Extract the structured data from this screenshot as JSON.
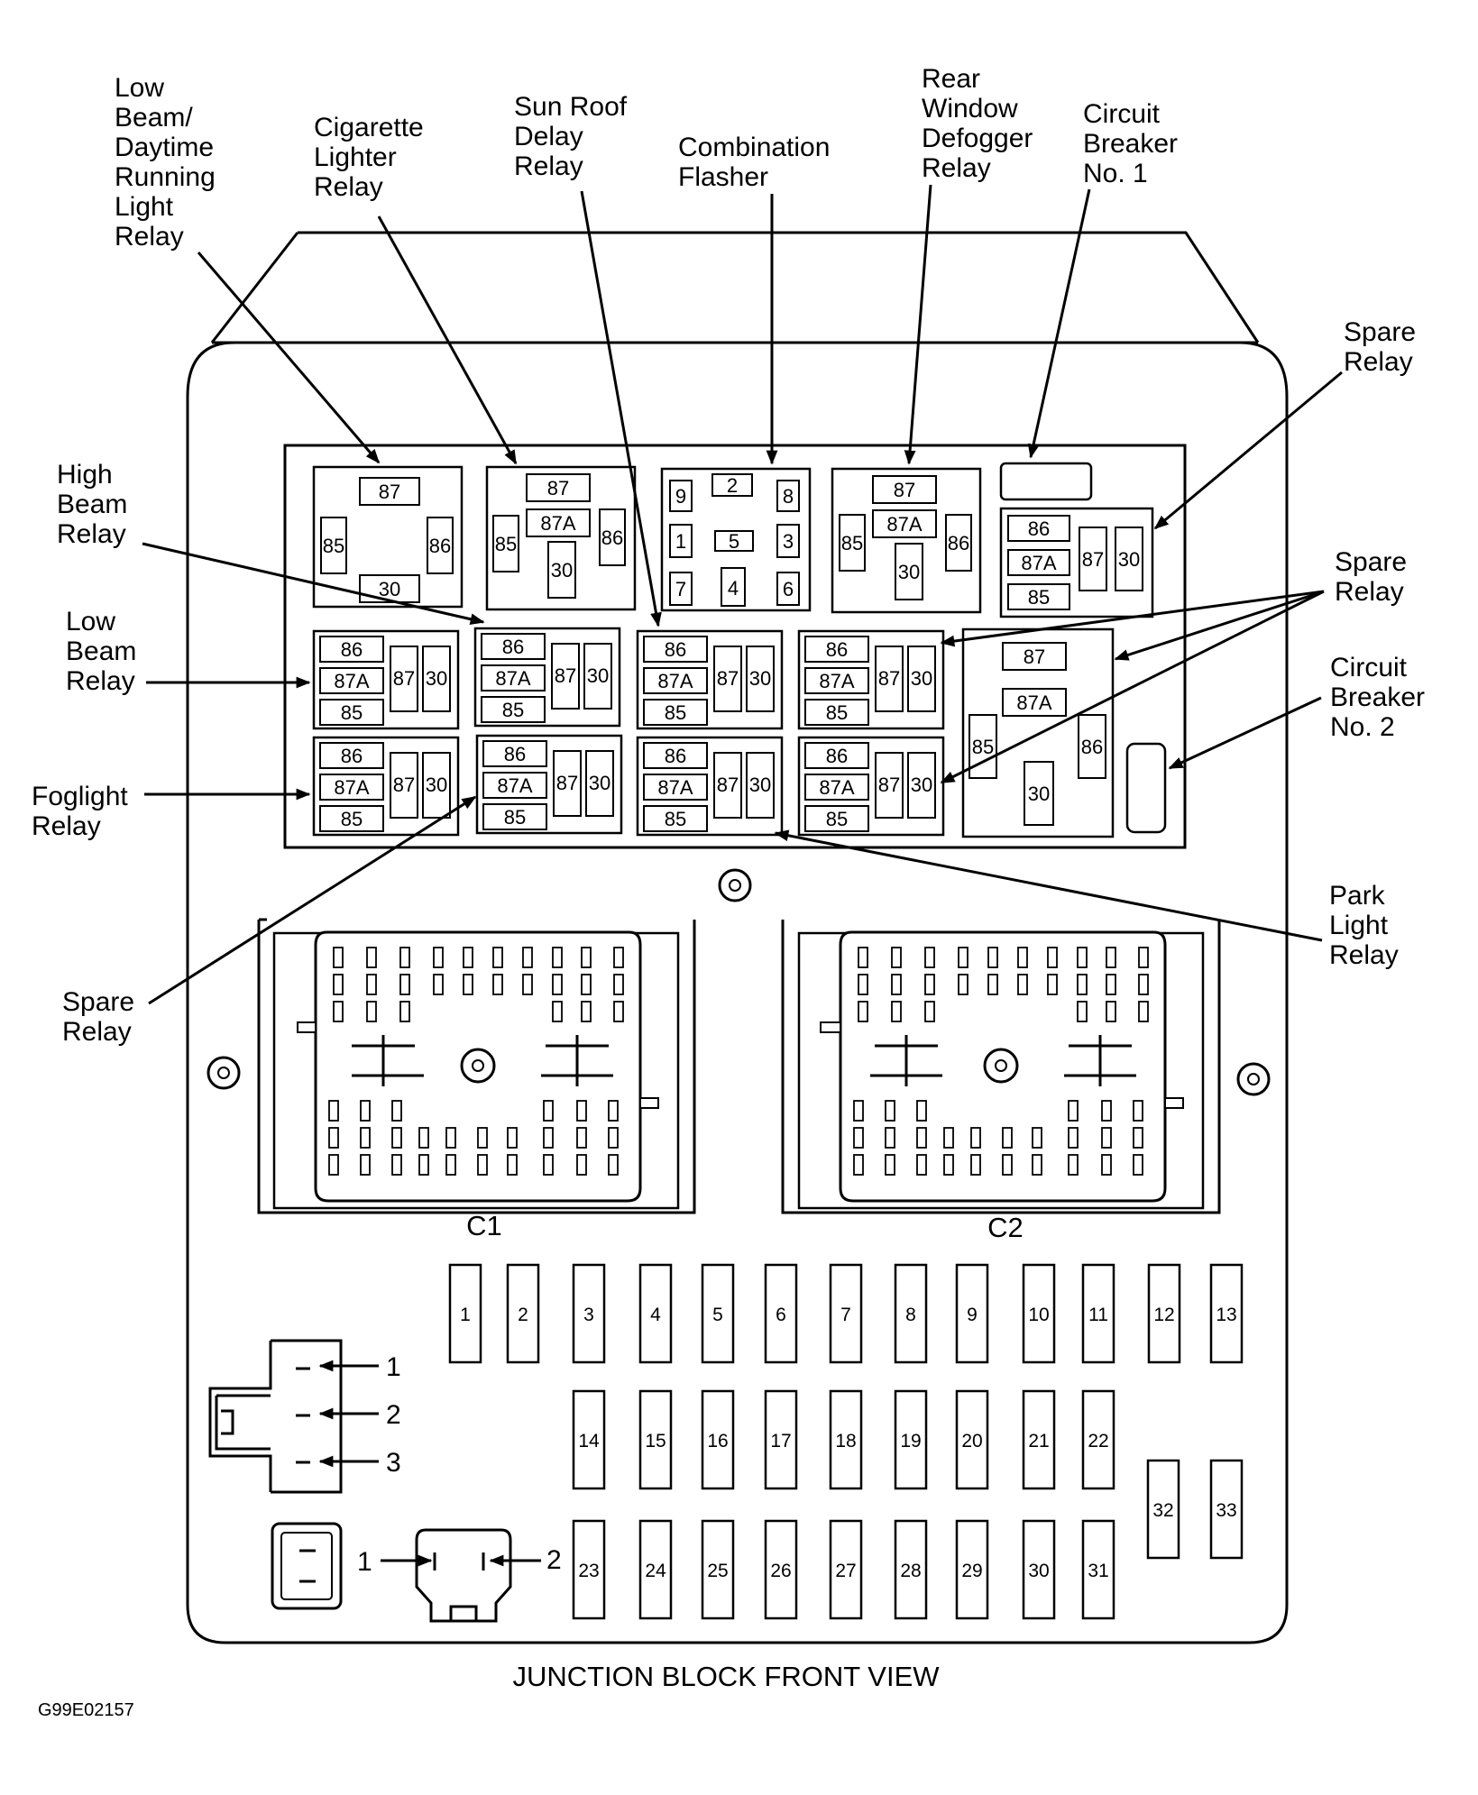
{
  "callouts": {
    "low_beam_drl_relay": [
      "Low",
      "Beam/",
      "Daytime",
      "Running",
      "Light",
      "Relay"
    ],
    "cigarette_lighter_relay": [
      "Cigarette",
      "Lighter",
      "Relay"
    ],
    "sun_roof_delay_relay": [
      "Sun Roof",
      "Delay",
      "Relay"
    ],
    "combination_flasher": [
      "Combination",
      "Flasher"
    ],
    "rear_window_defogger_relay": [
      "Rear",
      "Window",
      "Defogger",
      "Relay"
    ],
    "circuit_breaker_1": [
      "Circuit",
      "Breaker",
      "No. 1"
    ],
    "spare_relay_top": [
      "Spare",
      "Relay"
    ],
    "high_beam_relay": [
      "High",
      "Beam",
      "Relay"
    ],
    "spare_relay_middle": [
      "Spare",
      "Relay"
    ],
    "low_beam_relay": [
      "Low",
      "Beam",
      "Relay"
    ],
    "circuit_breaker_2": [
      "Circuit",
      "Breaker",
      "No. 2"
    ],
    "foglight_relay": [
      "Foglight",
      "Relay"
    ],
    "park_light_relay": [
      "Park",
      "Light",
      "Relay"
    ],
    "spare_relay_bottom": [
      "Spare",
      "Relay"
    ]
  },
  "pins": {
    "p87": "87",
    "p87a": "87A",
    "p86": "86",
    "p85": "85",
    "p30": "30"
  },
  "flasher_pins": [
    "2",
    "9",
    "8",
    "1",
    "5",
    "3",
    "7",
    "4",
    "6"
  ],
  "connectors": {
    "c1": "C1",
    "c2": "C2"
  },
  "fuses": {
    "row1": [
      "1",
      "2",
      "3",
      "4",
      "5",
      "6",
      "7",
      "8",
      "9",
      "10",
      "11",
      "12",
      "13"
    ],
    "row2": [
      "14",
      "15",
      "16",
      "17",
      "18",
      "19",
      "20",
      "21",
      "22"
    ],
    "row3": [
      "23",
      "24",
      "25",
      "26",
      "27",
      "28",
      "29",
      "30",
      "31"
    ],
    "side": [
      "32",
      "33"
    ]
  },
  "plug_pins": {
    "three_pin": [
      "1",
      "2",
      "3"
    ],
    "two_pin": [
      "1",
      "2"
    ]
  },
  "caption": "JUNCTION BLOCK FRONT VIEW",
  "figure_code": "G99E02157"
}
